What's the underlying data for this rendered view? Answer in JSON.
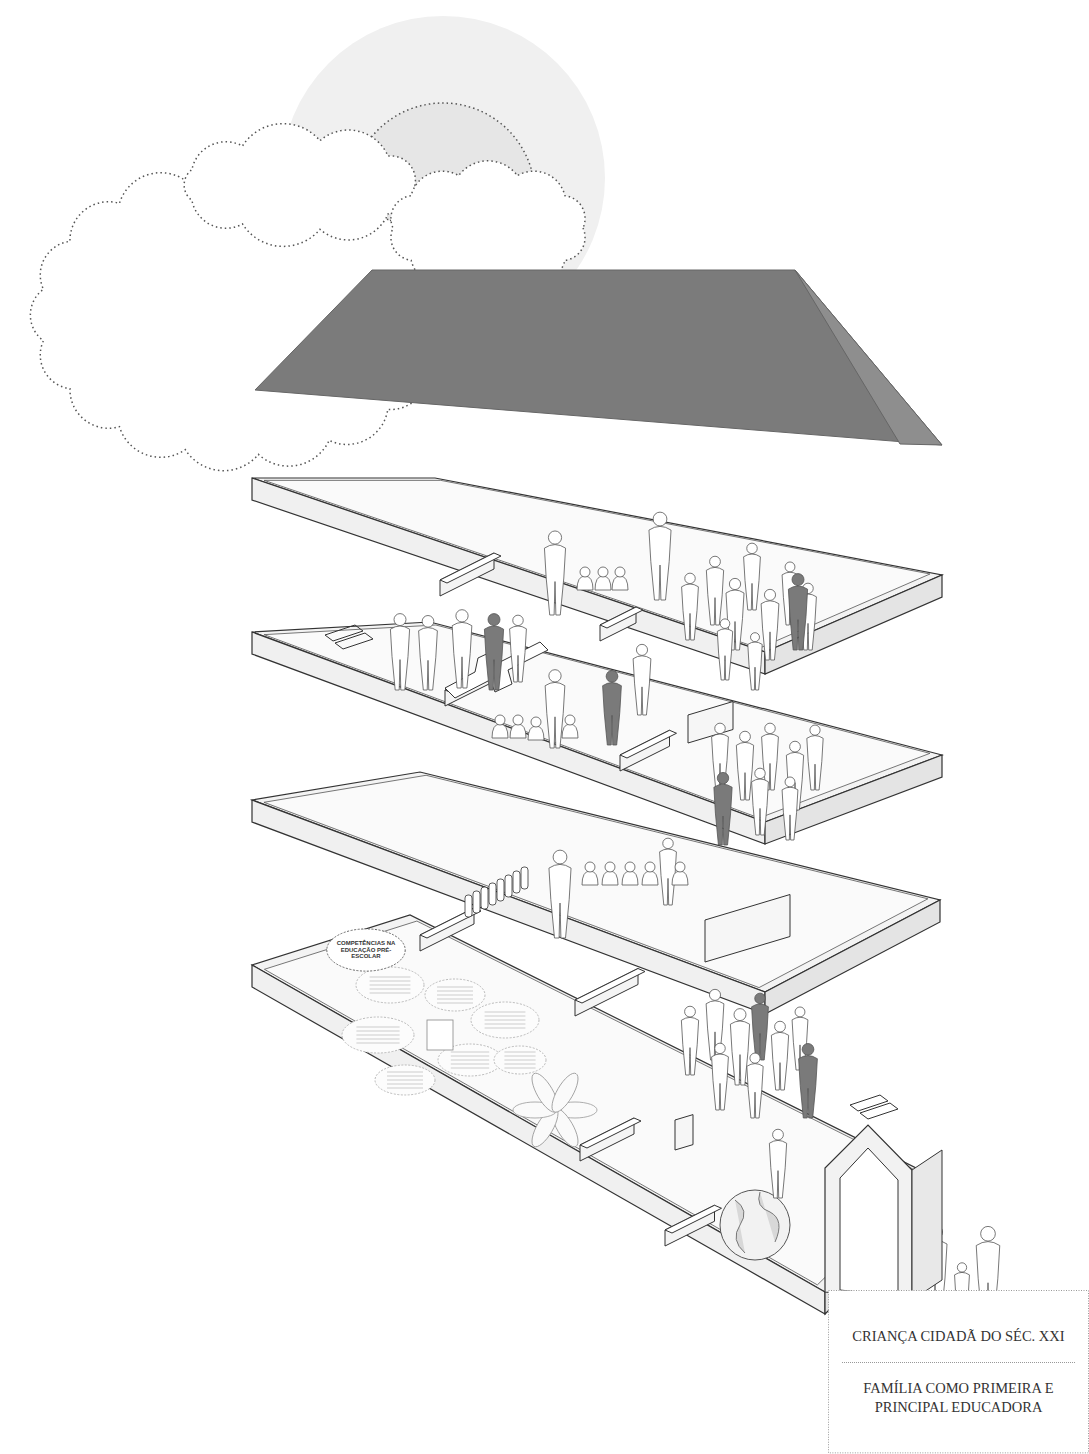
{
  "diagram": {
    "nodes": [
      {
        "text": [
          "COMPETÊNCIAS NA EDUCAÇÃO PRÉ-ESCOLAR"
        ]
      },
      {
        "text": [
          "CRIANÇA CIDADÃ DO SÉC. XXI",
          "FAMÍLIA COMO PRIMEIRA E PRINCIPAL EDUCADORA"
        ]
      }
    ]
  }
}
